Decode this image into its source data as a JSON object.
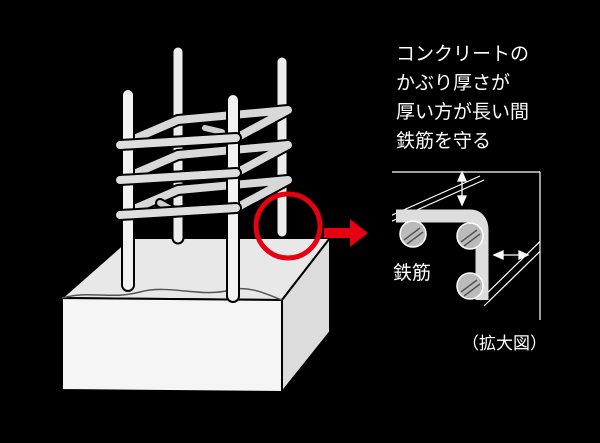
{
  "caption": {
    "lines": [
      "コンクリートの",
      "かぶり厚さが",
      "厚い方が長い間",
      "鉄筋を守る"
    ]
  },
  "labels": {
    "rebar": "鉄筋",
    "enlarged": "（拡大図）"
  },
  "colors": {
    "background": "#000000",
    "highlight": "#e60012",
    "foreground": "#ffffff"
  }
}
